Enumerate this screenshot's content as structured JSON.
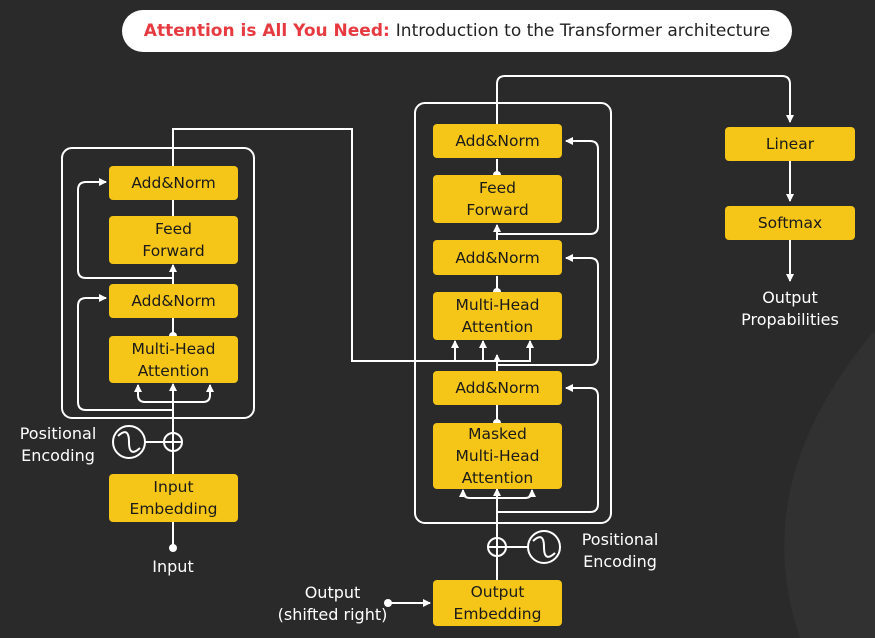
{
  "title": {
    "strong": "Attention is All You Need:",
    "rest": "Introduction to the Transformer architecture"
  },
  "encoder": {
    "add_norm_top": "Add&Norm",
    "feed_forward": "Feed\nForward",
    "add_norm_bottom": "Add&Norm",
    "multi_head_attention": "Multi-Head\nAttention",
    "input_embedding": "Input\nEmbedding",
    "input_label": "Input",
    "positional_encoding_label": "Positional\nEncoding"
  },
  "decoder": {
    "add_norm_top": "Add&Norm",
    "feed_forward": "Feed\nForward",
    "add_norm_middle": "Add&Norm",
    "multi_head_attention": "Multi-Head\nAttention",
    "add_norm_bottom": "Add&Norm",
    "masked_multi_head_attention": "Masked\nMulti-Head\nAttention",
    "output_embedding": "Output\nEmbedding",
    "output_label": "Output\n(shifted right)",
    "positional_encoding_label": "Positional\nEncoding"
  },
  "head": {
    "linear": "Linear",
    "softmax": "Softmax",
    "output_probabilities": "Output\nPropabilities"
  },
  "colors": {
    "block": "#f5c518",
    "background": "#2a2a2a",
    "title_accent": "#e63940",
    "line": "#ffffff"
  }
}
